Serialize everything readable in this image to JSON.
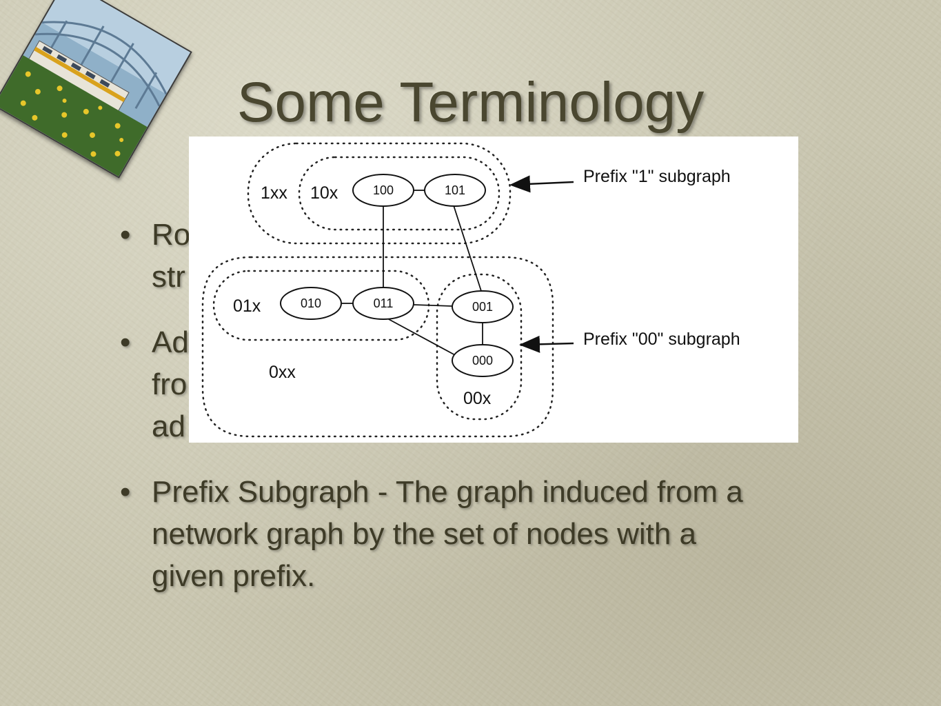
{
  "slide": {
    "title": "Some Terminology",
    "bullet_glyph": "•",
    "bullets": [
      {
        "text": "Ro\nstr"
      },
      {
        "text": "Ad\nfro\nad"
      },
      {
        "text": "Prefix Subgraph - The graph induced from a\nnetwork graph by the set of nodes with a\ngiven prefix."
      }
    ]
  },
  "photo": {
    "icon": "train-station-photo"
  },
  "diagram": {
    "group_labels": {
      "g1xx": "1xx",
      "g10x": "10x",
      "g01x": "01x",
      "g0xx": "0xx",
      "g00x": "00x"
    },
    "nodes": {
      "n100": "100",
      "n101": "101",
      "n010": "010",
      "n011": "011",
      "n001": "001",
      "n000": "000"
    },
    "annotations": {
      "prefix1": "Prefix \"1\" subgraph",
      "prefix00": "Prefix \"00\" subgraph"
    },
    "edges": [
      [
        "100",
        "101"
      ],
      [
        "100",
        "011"
      ],
      [
        "101",
        "001"
      ],
      [
        "010",
        "011"
      ],
      [
        "011",
        "001"
      ],
      [
        "011",
        "000"
      ],
      [
        "001",
        "000"
      ]
    ]
  }
}
